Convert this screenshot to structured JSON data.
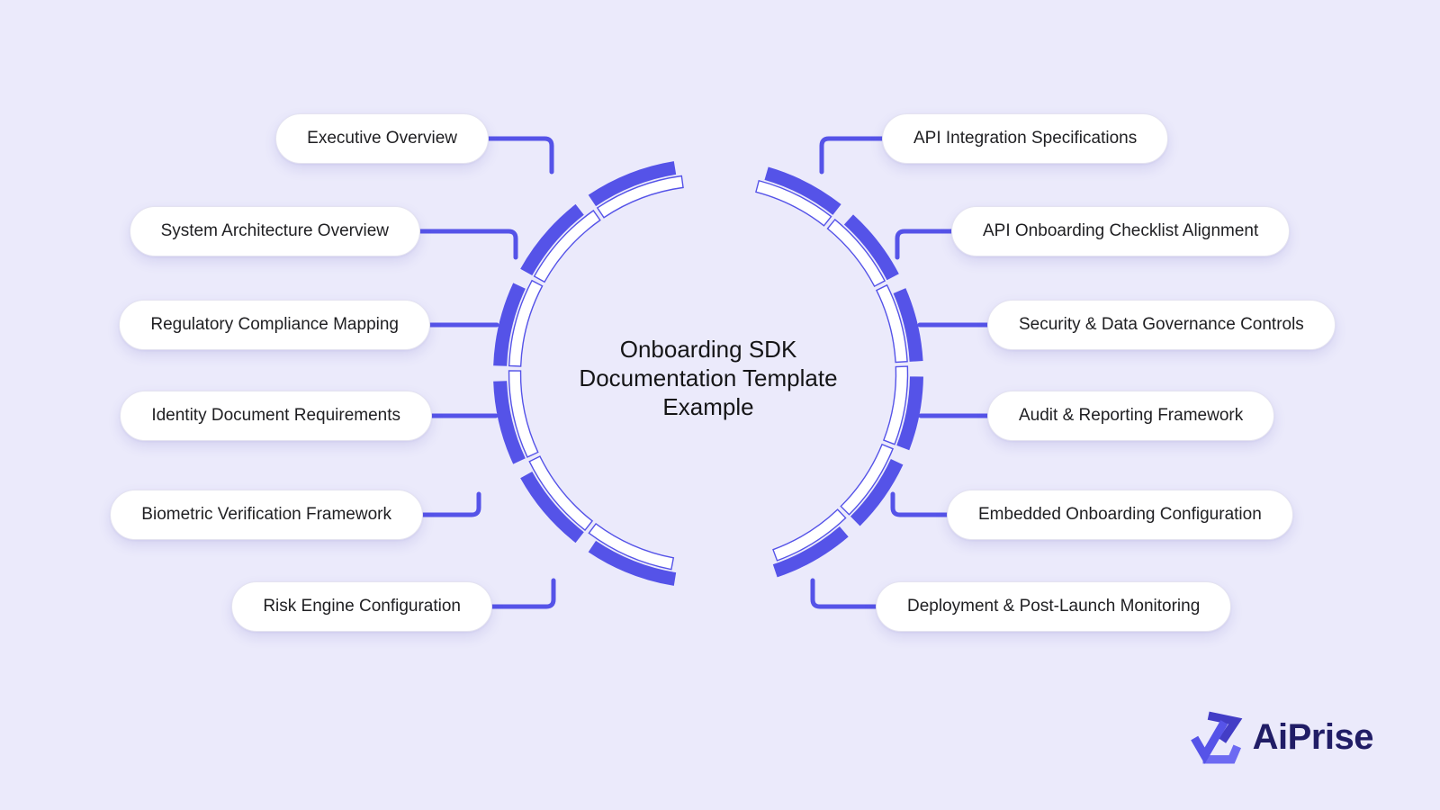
{
  "title": {
    "text": "Onboarding SDK\nDocumentation Template\nExample"
  },
  "left_items": [
    {
      "label": "Executive Overview"
    },
    {
      "label": "System Architecture Overview"
    },
    {
      "label": "Regulatory Compliance Mapping"
    },
    {
      "label": "Identity Document Requirements"
    },
    {
      "label": "Biometric Verification Framework"
    },
    {
      "label": "Risk Engine Configuration"
    }
  ],
  "right_items": [
    {
      "label": "API Integration Specifications"
    },
    {
      "label": "API Onboarding Checklist Alignment"
    },
    {
      "label": "Security & Data Governance Controls"
    },
    {
      "label": "Audit & Reporting Framework"
    },
    {
      "label": "Embedded Onboarding Configuration"
    },
    {
      "label": "Deployment & Post-Launch Monitoring"
    }
  ],
  "brand": {
    "name": "AiPrise"
  },
  "colors": {
    "background": "#EBEAFB",
    "accent": "#5553E8",
    "ring_inner_fill": "#FFFFFF",
    "pill_background": "#FFFFFF",
    "title_text": "#151517",
    "wordmark_text": "#211D66",
    "logo_stroke_dark": "#433DC6",
    "logo_stroke_mid": "#5653E8",
    "logo_stroke_light": "#6D6AF2"
  }
}
